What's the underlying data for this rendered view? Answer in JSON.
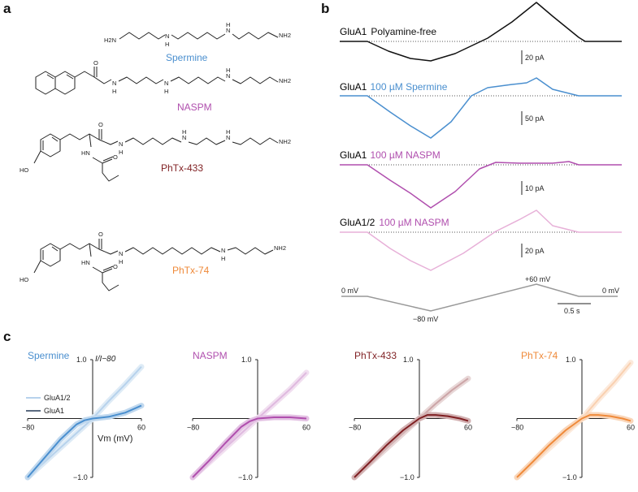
{
  "panels": {
    "a": "a",
    "b": "b",
    "c": "c"
  },
  "molecules": [
    {
      "name": "Spermine",
      "color": "#4a8fcf"
    },
    {
      "name": "NASPM",
      "color": "#b04fae"
    },
    {
      "name": "PhTx-433",
      "color": "#7f1f22"
    },
    {
      "name": "PhTx-74",
      "color": "#ef8a3a"
    }
  ],
  "chem_labels": {
    "h2n": "H2N",
    "nh2": "NH2",
    "nh": "N",
    "h": "H",
    "o": "O",
    "ho": "HO",
    "hn": "HN"
  },
  "traces": [
    {
      "receptor": "GluA1",
      "condition": "Polyamine-free",
      "cond_color": "#111111",
      "color": "#111111",
      "scale": "20 pA"
    },
    {
      "receptor": "GluA1",
      "condition": "100 µM Spermine",
      "cond_color": "#4a8fcf",
      "color": "#4a8fcf",
      "scale": "50 pA"
    },
    {
      "receptor": "GluA1",
      "condition": "100 µM NASPM",
      "cond_color": "#b04fae",
      "color": "#b04fae",
      "scale": "10 pA"
    },
    {
      "receptor": "GluA1/2",
      "condition": "100 µM NASPM",
      "cond_color": "#b04fae",
      "color": "#e7b0d8",
      "scale": "20 pA"
    }
  ],
  "protocol": {
    "start": "0 mV",
    "min": "−80 mV",
    "max": "+60 mV",
    "end": "0 mV",
    "time_scale": "0.5 s"
  },
  "chart_data": [
    {
      "type": "line",
      "title": "Spermine",
      "ylabel": "I/I−80",
      "xlabel": "Vm (mV)",
      "xlim": [
        -80,
        60
      ],
      "ylim": [
        -1.0,
        1.0
      ],
      "xticks": [
        "−80",
        "60"
      ],
      "yticks": [
        "1.0",
        "−1.0"
      ],
      "legend": [
        "GluA1/2",
        "GluA1"
      ],
      "series": [
        {
          "name": "GluA1/2",
          "x": [
            -80,
            -60,
            -40,
            -20,
            0,
            20,
            40,
            60
          ],
          "y": [
            -1.0,
            -0.75,
            -0.5,
            -0.25,
            0,
            0.3,
            0.58,
            0.88
          ]
        },
        {
          "name": "GluA1",
          "x": [
            -80,
            -60,
            -40,
            -20,
            -10,
            0,
            20,
            40,
            60
          ],
          "y": [
            -1.0,
            -0.68,
            -0.36,
            -0.1,
            -0.03,
            0,
            0.03,
            0.1,
            0.22
          ]
        }
      ]
    },
    {
      "type": "line",
      "title": "NASPM",
      "xlim": [
        -80,
        60
      ],
      "ylim": [
        -1.0,
        1.0
      ],
      "xticks": [
        "−80",
        "60"
      ],
      "yticks": [
        "1.0",
        "−1.0"
      ],
      "series": [
        {
          "name": "GluA1/2",
          "x": [
            -80,
            -60,
            -40,
            -20,
            0,
            20,
            40,
            60
          ],
          "y": [
            -1.0,
            -0.75,
            -0.5,
            -0.25,
            0,
            0.25,
            0.5,
            0.78
          ]
        },
        {
          "name": "GluA1",
          "x": [
            -80,
            -60,
            -40,
            -20,
            -10,
            0,
            20,
            40,
            60
          ],
          "y": [
            -1.0,
            -0.72,
            -0.42,
            -0.14,
            -0.05,
            0,
            0.02,
            0.02,
            0.0
          ]
        }
      ]
    },
    {
      "type": "line",
      "title": "PhTx-433",
      "xlim": [
        -80,
        60
      ],
      "ylim": [
        -1.0,
        1.0
      ],
      "xticks": [
        "−80",
        "60"
      ],
      "yticks": [
        "1.0",
        "−1.0"
      ],
      "series": [
        {
          "name": "GluA1/2",
          "x": [
            -80,
            -60,
            -40,
            -20,
            0,
            20,
            40,
            60
          ],
          "y": [
            -1.0,
            -0.75,
            -0.5,
            -0.25,
            0,
            0.25,
            0.48,
            0.68
          ]
        },
        {
          "name": "GluA1",
          "x": [
            -80,
            -60,
            -40,
            -20,
            0,
            10,
            20,
            35,
            50,
            60
          ],
          "y": [
            -1.0,
            -0.73,
            -0.45,
            -0.2,
            0,
            0.06,
            0.06,
            0.04,
            0.0,
            -0.04
          ]
        }
      ]
    },
    {
      "type": "line",
      "title": "PhTx-74",
      "xlim": [
        -80,
        60
      ],
      "ylim": [
        -1.0,
        1.0
      ],
      "xticks": [
        "−80",
        "60"
      ],
      "yticks": [
        "1.0",
        "−1.0"
      ],
      "series": [
        {
          "name": "GluA1/2",
          "x": [
            -80,
            -60,
            -40,
            -20,
            0,
            20,
            40,
            60
          ],
          "y": [
            -1.0,
            -0.75,
            -0.5,
            -0.25,
            0,
            0.32,
            0.62,
            0.95
          ]
        },
        {
          "name": "GluA1",
          "x": [
            -80,
            -60,
            -40,
            -20,
            0,
            10,
            20,
            35,
            50,
            60
          ],
          "y": [
            -1.0,
            -0.73,
            -0.45,
            -0.2,
            0,
            0.06,
            0.06,
            0.04,
            0.0,
            -0.04
          ]
        }
      ]
    }
  ]
}
